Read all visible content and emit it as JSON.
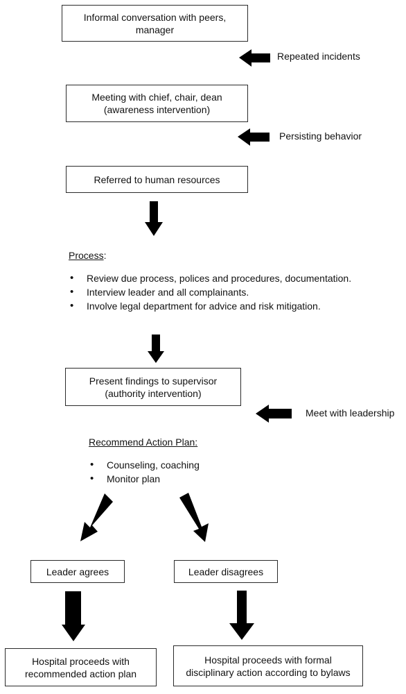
{
  "boxes": {
    "informal": {
      "line1": "Informal conversation with peers,",
      "line2": "manager"
    },
    "meeting": {
      "line1": "Meeting with chief, chair, dean",
      "line2": "(awareness intervention)"
    },
    "referred": {
      "line1": "Referred to human resources"
    },
    "findings": {
      "line1": "Present findings to supervisor",
      "line2": "(authority intervention)"
    },
    "agrees": {
      "line1": "Leader agrees"
    },
    "disagrees": {
      "line1": "Leader disagrees"
    },
    "proceed_plan": {
      "line1": "Hospital proceeds with",
      "line2": "recommended action plan"
    },
    "proceed_discipline": {
      "line1": "Hospital proceeds with formal",
      "line2": "disciplinary action according to bylaws"
    }
  },
  "side_labels": {
    "repeated": "Repeated incidents",
    "persisting": "Persisting behavior",
    "meet": "Meet with leadership"
  },
  "process": {
    "heading": "Process",
    "heading_suffix": ":",
    "items": [
      "Review due process, polices and procedures, documentation.",
      "Interview leader and all complainants.",
      "Involve legal department for advice and risk mitigation."
    ]
  },
  "action_plan": {
    "heading": "Recommend Action Plan:",
    "items": [
      "Counseling, coaching",
      "Monitor plan"
    ]
  },
  "colors": {
    "arrow": "#000000",
    "border": "#2a2a2a",
    "text": "#111111"
  }
}
